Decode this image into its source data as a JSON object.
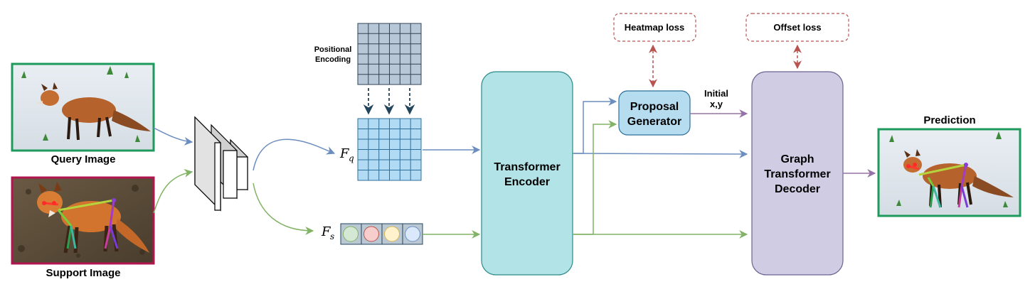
{
  "images": {
    "query_label": "Query Image",
    "support_label": "Support Image",
    "prediction_label": "Prediction"
  },
  "positional_encoding": {
    "line1": "Positional",
    "line2": "Encoding"
  },
  "features": {
    "fq_symbol": "F",
    "fq_subscript": "q",
    "fs_symbol": "F",
    "fs_subscript": "s"
  },
  "blocks": {
    "encoder_line1": "Transformer",
    "encoder_line2": "Encoder",
    "proposal_line1": "Proposal",
    "proposal_line2": "Generator",
    "decoder_line1": "Graph",
    "decoder_line2": "Transformer",
    "decoder_line3": "Decoder"
  },
  "losses": {
    "heatmap": "Heatmap loss",
    "offset": "Offset loss"
  },
  "initial": {
    "line1": "Initial",
    "line2": "x,y"
  },
  "colors": {
    "query_border": "#1e9a5c",
    "support_border": "#b0154f",
    "prediction_border": "#1e9a5c",
    "encoder_fill": "#b2e3e6",
    "encoder_stroke": "#2a8a8a",
    "proposal_fill": "#b6dcf0",
    "proposal_stroke": "#2e6f9a",
    "decoder_fill": "#d0cce4",
    "decoder_stroke": "#6a6290",
    "loss_stroke": "#b85450",
    "blue_arrow": "#6c8ebf",
    "green_arrow": "#82b366",
    "purple_arrow": "#9673a6",
    "pe_grid_fill": "#b7c7d8",
    "fq_grid_fill": "#b1dbf4",
    "support_token_colors": [
      "#d5e8d4",
      "#f8cecc",
      "#fff2cc",
      "#dae8fc"
    ]
  }
}
